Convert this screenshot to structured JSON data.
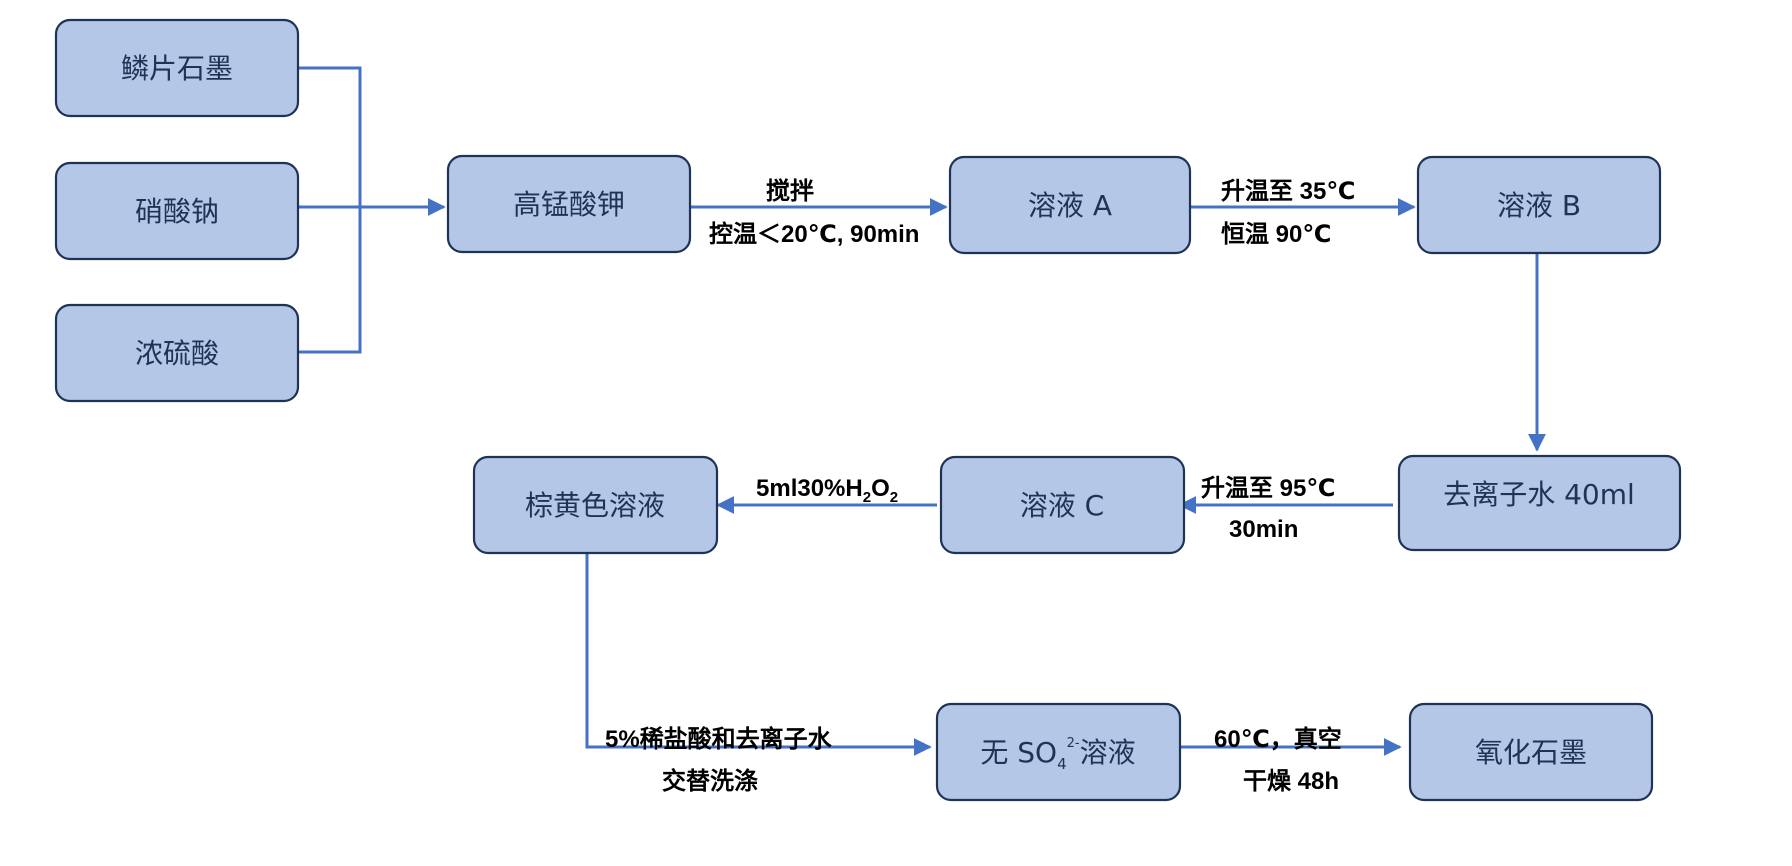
{
  "colors": {
    "node_fill": "#b4c7e7",
    "node_border": "#1f3356",
    "node_text": "#1f3356",
    "arrow": "#4472c4",
    "label_text": "#000000"
  },
  "nodes": {
    "flake_graphite": "鳞片石墨",
    "sodium_nitrate": "硝酸钠",
    "conc_sulfuric_acid": "浓硫酸",
    "potassium_permanganate": "高锰酸钾",
    "solution_a": "溶液 A",
    "solution_b": "溶液 B",
    "deionized_water": "去离子水 40ml",
    "solution_c": "溶液 C",
    "brown_yellow_solution": "棕黄色溶液",
    "sulfate_free_solution": {
      "prefix": "无 SO",
      "subscript": "4",
      "superscript": "2-",
      "suffix": "溶液"
    },
    "graphite_oxide": "氧化石墨"
  },
  "edge_labels": {
    "stir": "搅拌",
    "temp_control": "控温＜20℃, 90min",
    "heat_to_35": "升温至 35℃",
    "hold_90": "恒温 90℃",
    "heat_to_95": "升温至 95℃",
    "time_30": "30min",
    "h2o2": {
      "prefix": "5ml30%H",
      "sub1": "2",
      "mid": "O",
      "sub2": "2"
    },
    "wash_agents": "5%稀盐酸和去离子水",
    "wash_alternate": "交替洗涤",
    "dry_temp": "60℃，真空",
    "dry_time": "干燥 48h"
  }
}
